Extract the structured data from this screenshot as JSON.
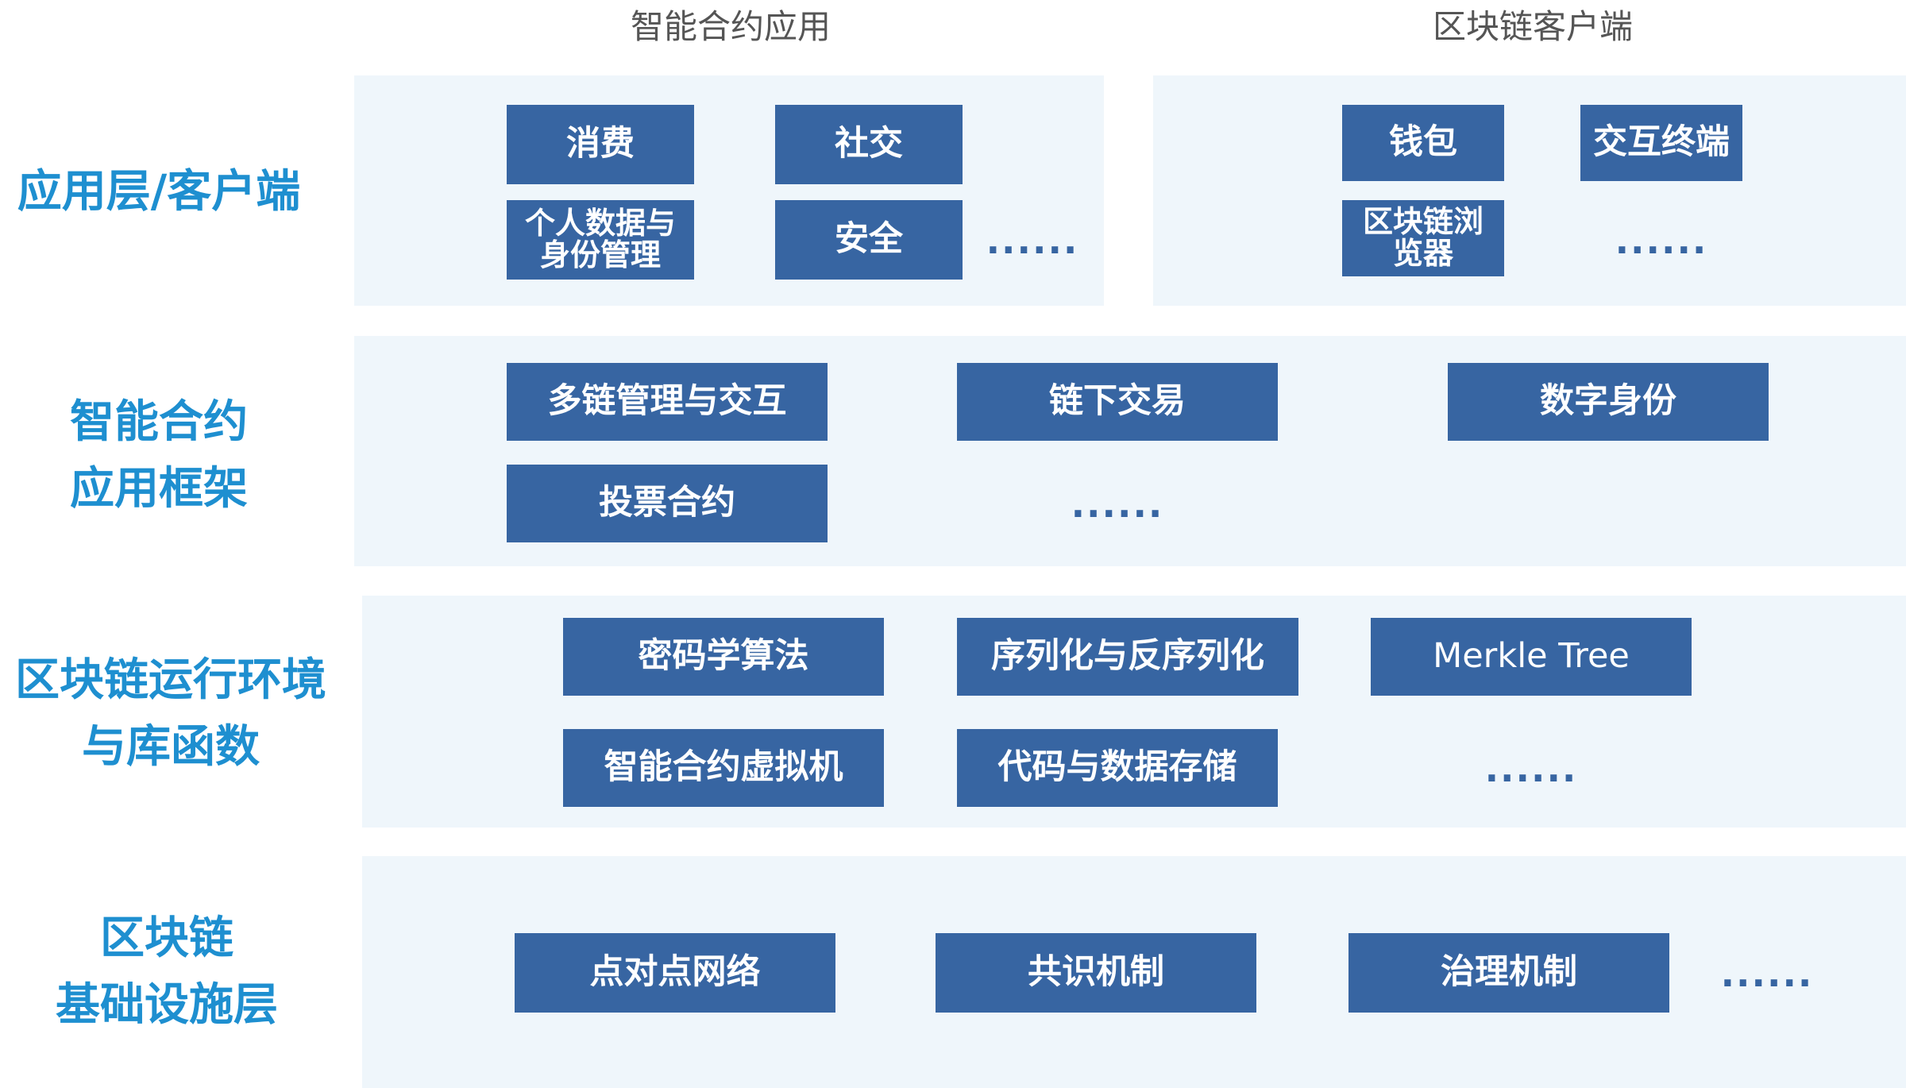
{
  "headers": {
    "left": "智能合约应用",
    "right": "区块链客户端"
  },
  "layers": {
    "application": {
      "label": "应用层/客户端",
      "left_boxes": [
        "消费",
        "社交",
        "个人数据与身份管理",
        "安全"
      ],
      "left_more": "......",
      "right_boxes": [
        "钱包",
        "交互终端",
        "区块链浏览器"
      ],
      "right_more": "......"
    },
    "framework": {
      "label": "智能合约\n应用框架",
      "boxes": [
        "多链管理与交互",
        "链下交易",
        "数字身份",
        "投票合约"
      ],
      "more": "......"
    },
    "runtime": {
      "label": "区块链运行环境\n与库函数",
      "boxes": [
        "密码学算法",
        "序列化与反序列化",
        "Merkle Tree",
        "智能合约虚拟机",
        "代码与数据存储"
      ],
      "more": "......"
    },
    "infrastructure": {
      "label": "区块链\n基础设施层",
      "boxes": [
        "点对点网络",
        "共识机制",
        "治理机制"
      ],
      "more": "......"
    }
  },
  "colors": {
    "box": "#3765a2",
    "panel": "#eff6fb",
    "label": "#1e8fd0",
    "header": "#555555"
  }
}
